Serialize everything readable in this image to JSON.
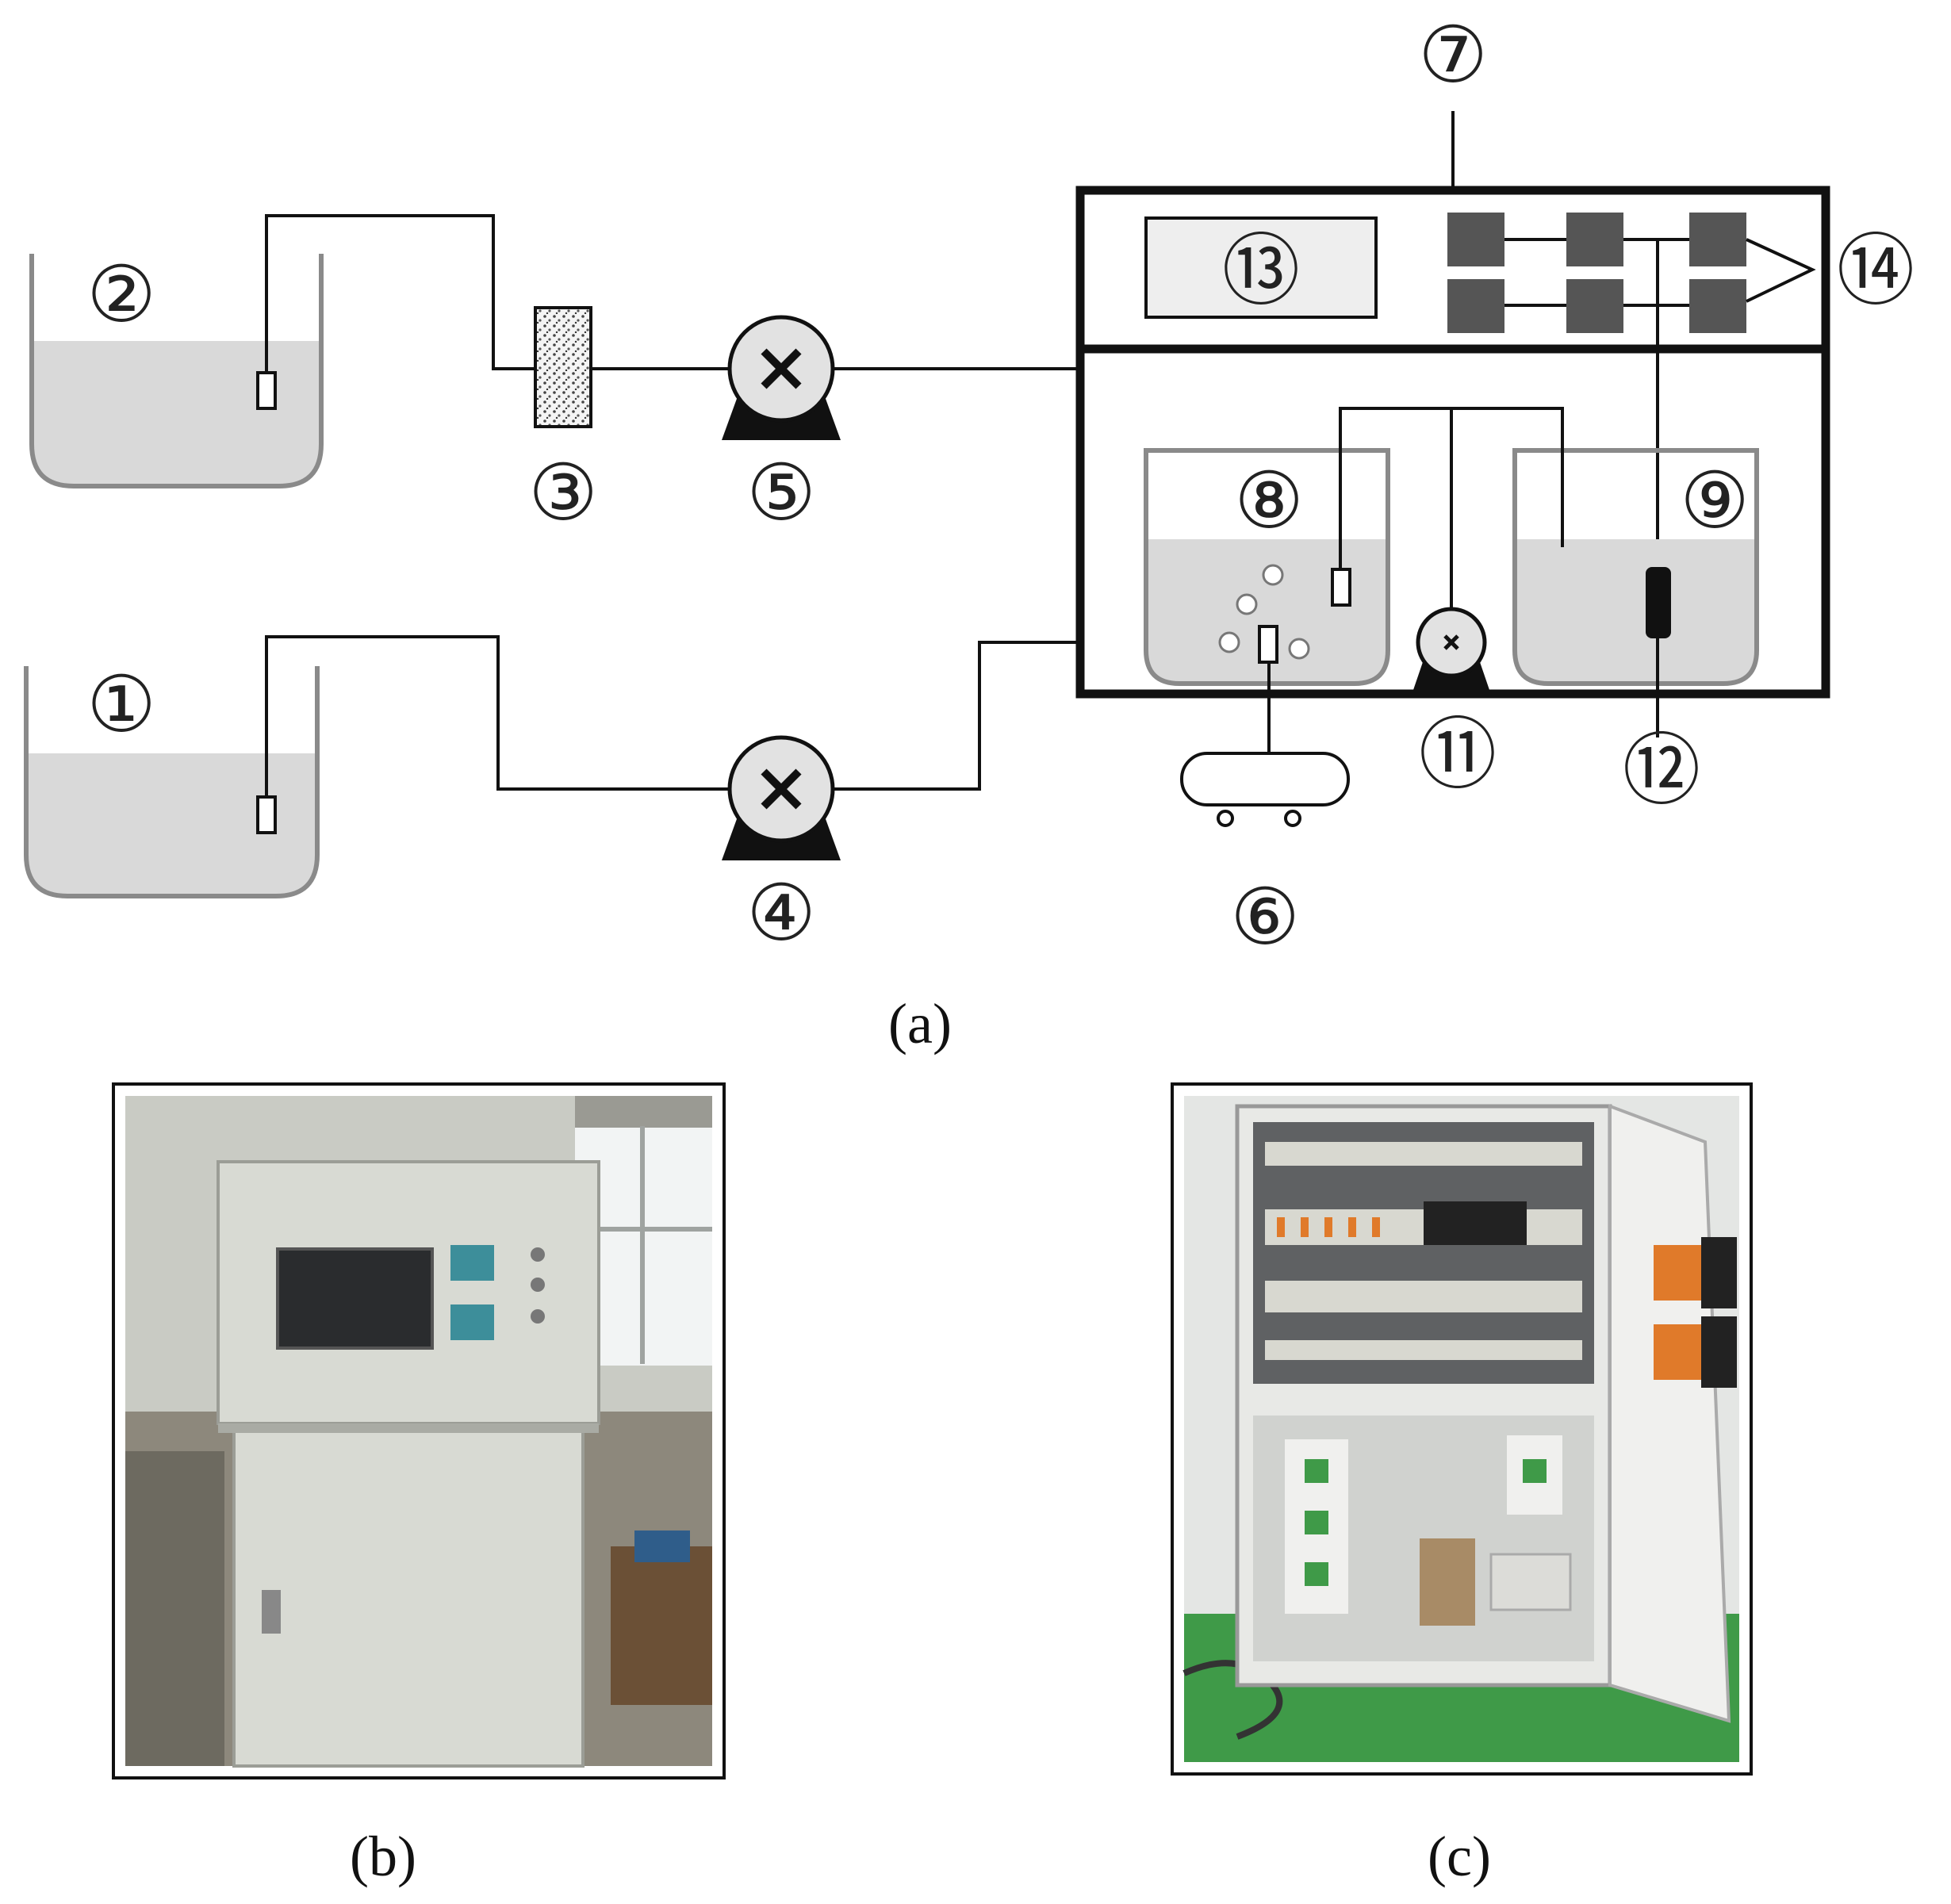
{
  "figure": {
    "markers": {
      "tank_feed_1": "①",
      "tank_feed_2": "②",
      "filter": "③",
      "pump_4": "④",
      "pump_5": "⑤",
      "air_compressor": "⑥",
      "control_cabinet": "⑦",
      "reactor_8": "⑧",
      "reactor_9": "⑨",
      "pump_11": "⑪",
      "sensor_12": "⑫",
      "display_13": "⑬",
      "controllers_14": "⑭"
    },
    "captions": {
      "a": "(a)",
      "b": "(b)",
      "c": "(c)"
    }
  },
  "colors": {
    "line": "#111111",
    "liquid": "#d9d9d9",
    "tank_outline": "#8a8a8a",
    "module": "#555555",
    "pump_fill": "#e2e2e2",
    "photo_wall": "#c9cbc4",
    "cabinet": "#d8dad3",
    "floor_green": "#3f9a48"
  }
}
